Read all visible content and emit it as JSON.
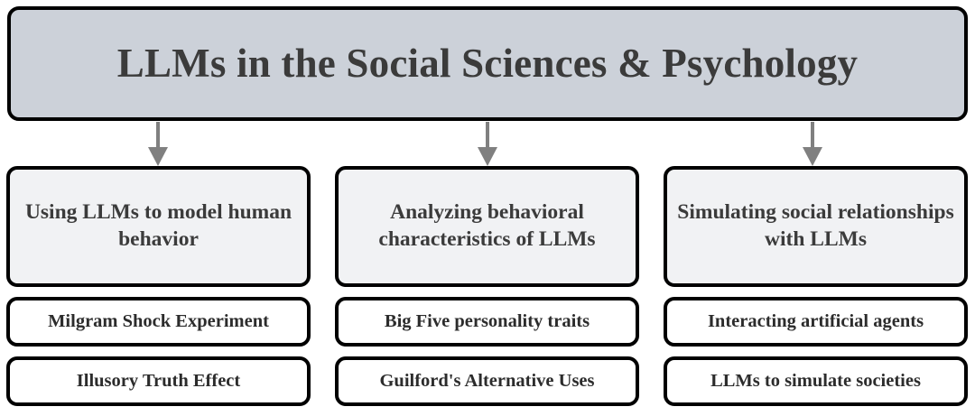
{
  "title": {
    "text": "LLMs in the Social Sciences & Psychology",
    "fill_color": "#ccd1d9",
    "text_color": "#3b3b3b",
    "border_color": "#000000"
  },
  "arrow": {
    "color": "#808080",
    "name": "down-arrow"
  },
  "columns": [
    {
      "heading": "Using LLMs to model human behavior",
      "heading_fill": "#f1f2f4",
      "items": [
        "Milgram Shock Experiment",
        "Illusory Truth Effect"
      ]
    },
    {
      "heading": "Analyzing behavioral characteristics of LLMs",
      "heading_fill": "#f1f2f4",
      "items": [
        "Big Five personality traits",
        "Guilford's Alternative Uses"
      ]
    },
    {
      "heading": "Simulating social relationships with LLMs",
      "heading_fill": "#f1f2f4",
      "items": [
        "Interacting artificial agents",
        "LLMs to simulate societies"
      ]
    }
  ]
}
